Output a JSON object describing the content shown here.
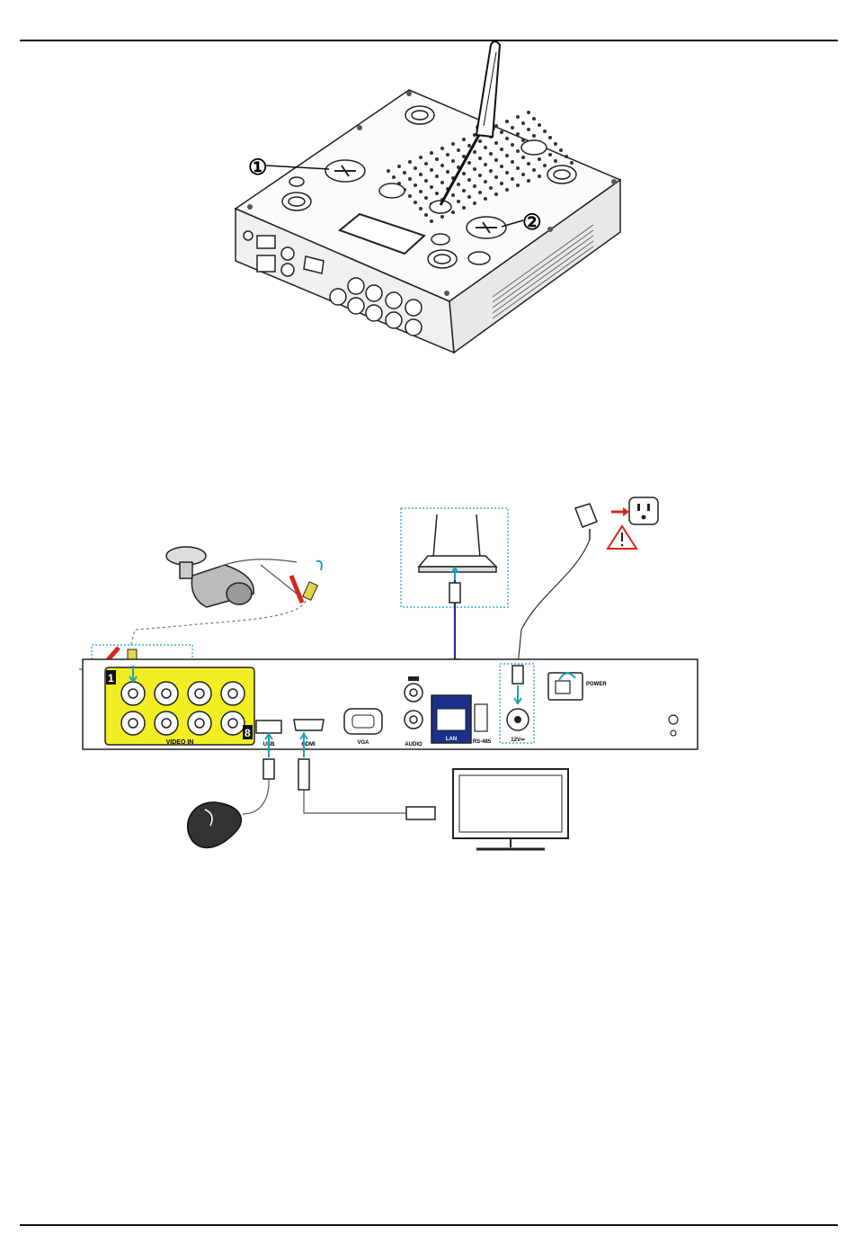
{
  "figure1": {
    "callout_1": "①",
    "callout_2": "②"
  },
  "figure2": {
    "channel_first": "1",
    "channel_last": "8",
    "video_in_label": "VIDEO IN",
    "usb_label": "USB",
    "hdmi_label": "HDMI",
    "vga_label": "VGA",
    "audio_label": "AUDIO",
    "lan_label": "LAN",
    "rs485_label": "RS-485",
    "power_in_label": "12V⎓",
    "power_label": "POWER"
  },
  "colors": {
    "video_in_highlight": "#f2ee24",
    "lan_highlight": "#1b2f8c",
    "connection_box": "#1a9fc0",
    "plug_red": "#d9241c",
    "arrow_teal": "#1a9fc0"
  },
  "icons": [
    "screwdriver-icon",
    "router-icon",
    "power-adapter-icon",
    "outlet-icon",
    "warning-icon",
    "camera-icon",
    "mouse-icon",
    "monitor-icon",
    "ground-icon"
  ]
}
